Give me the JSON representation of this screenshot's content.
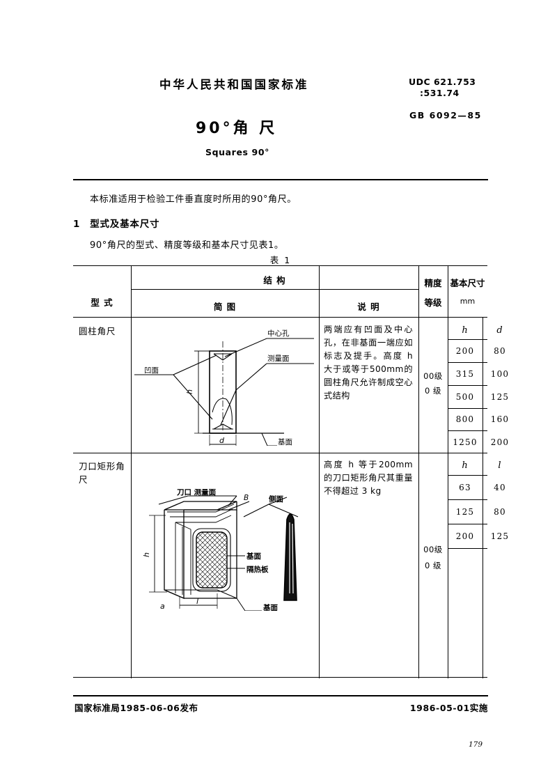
{
  "header": {
    "standard_body": "中华人民共和国国家标准",
    "udc_line1": "UDC 621.753",
    "udc_line2": ":531.74",
    "standard_no": "GB 6092—85",
    "title_cn": "90°角 尺",
    "title_en": "Squares 90°"
  },
  "body": {
    "scope": "本标准适用于检验工件垂直度时所用的90°角尺。",
    "clause1_no": "1",
    "clause1_title": "型式及基本尺寸",
    "clause1_text": "90°角尺的型式、精度等级和基本尺寸见表1。",
    "table_caption": "表 1"
  },
  "table": {
    "headers": {
      "type": "型  式",
      "structure": "结          构",
      "sketch": "简        图",
      "description": "说      明",
      "grade_l1": "精度",
      "grade_l2": "等级",
      "basic_dim_l1": "基本尺寸",
      "basic_dim_l2": "mm"
    },
    "rows": [
      {
        "type": "圆柱角尺",
        "description": "两端应有凹面及中心孔，在非基面一端应如标志及提手。高度 h 大于或等于500mm的圆柱角尺允许制成空心式结构",
        "grade_l1": "00级",
        "grade_l2": "0 级",
        "dim_headers": [
          "h",
          "d"
        ],
        "dims": [
          [
            "200",
            "80"
          ],
          [
            "315",
            "100"
          ],
          [
            "500",
            "125"
          ],
          [
            "800",
            "160"
          ],
          [
            "1250",
            "200"
          ]
        ]
      },
      {
        "type": "刀口矩形角尺",
        "description": "高度 h 等于200mm的刀口矩形角尺其重量不得超过 3 kg",
        "grade_l1": "00级",
        "grade_l2": "0 级",
        "dim_headers": [
          "h",
          "l"
        ],
        "dims": [
          [
            "63",
            "40"
          ],
          [
            "125",
            "80"
          ],
          [
            "200",
            "125"
          ]
        ]
      }
    ]
  },
  "figure1": {
    "labels": {
      "center_hole": "中心孔",
      "measuring_face": "测量面",
      "concave_face": "凹面",
      "base_face": "基面",
      "dim_h": "h",
      "dim_d": "d"
    }
  },
  "figure2": {
    "labels": {
      "knife_edge_face": "刀口 测量面",
      "b_mark": "B",
      "side_view": "侧面",
      "base_face_callout": "基面",
      "insulation_plate": "隔热板",
      "base_face": "基面",
      "dim_h": "h",
      "dim_l": "l",
      "dim_a": "a"
    }
  },
  "footer": {
    "issued": "国家标准局1985-06-06发布",
    "effective": "1986-05-01实施",
    "page_number": "179"
  }
}
